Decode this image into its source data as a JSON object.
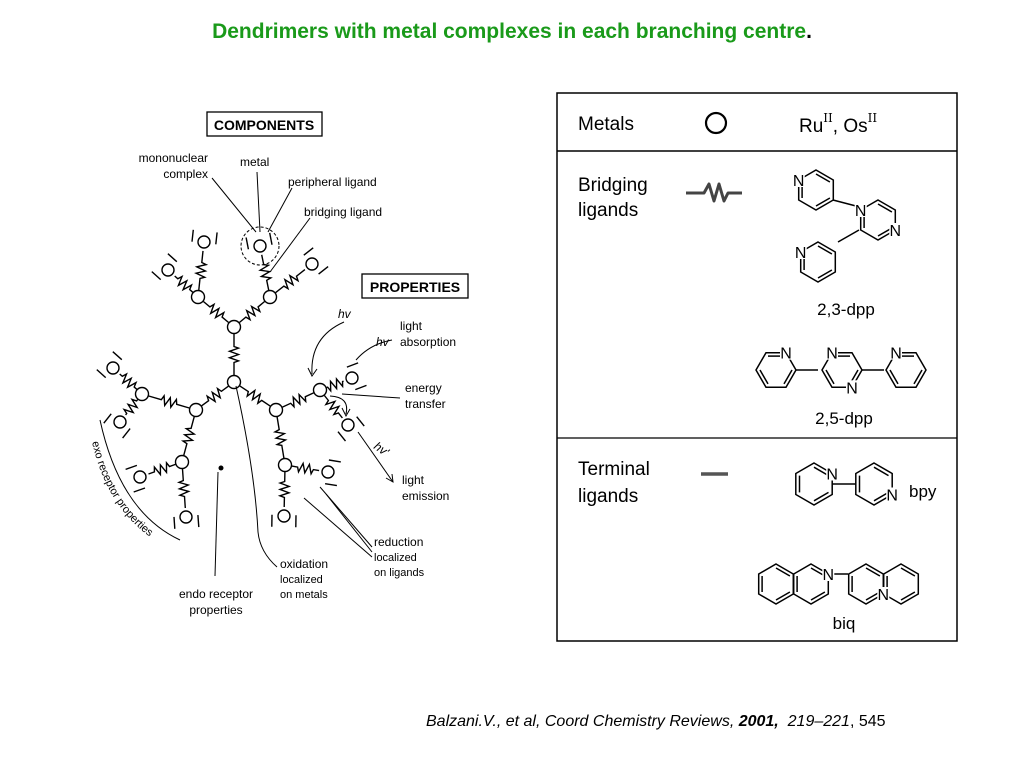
{
  "title": {
    "main": "Dendrimers with metal complexes in each branching centre",
    "period": "."
  },
  "diagram": {
    "components_label": "COMPONENTS",
    "properties_label": "PROPERTIES",
    "mononuclear_line1": "mononuclear",
    "mononuclear_line2": "complex",
    "metal": "metal",
    "peripheral_ligand": "peripheral ligand",
    "bridging_ligand": "bridging ligand",
    "hv": "hv",
    "hv_prime": "hv'",
    "light_absorption_1": "light",
    "light_absorption_2": "absorption",
    "energy_transfer_1": "energy",
    "energy_transfer_2": "transfer",
    "light_emission_1": "light",
    "light_emission_2": "emission",
    "reduction_1": "reduction",
    "reduction_2": "localized",
    "reduction_3": "on ligands",
    "oxidation_1": "oxidation",
    "oxidation_2": "localized",
    "oxidation_3": "on metals",
    "endo_1": "endo receptor",
    "endo_2": "properties",
    "exo": "exo receptor properties"
  },
  "table": {
    "metals_label": "Metals",
    "metals_value": "Ru",
    "metals_value_sup": "II",
    "metals_sep": ", Os",
    "metals_value2_sup": "II",
    "bridging_1": "Bridging",
    "bridging_2": "ligands",
    "terminal_1": "Terminal",
    "terminal_2": "ligands",
    "dpp23": "2,3-dpp",
    "dpp25": "2,5-dpp",
    "bpy": "bpy",
    "biq": "biq",
    "n_atom": "N"
  },
  "citation": {
    "authors": "Balzani.V.,  et al, Coord Chemistry Reviews, ",
    "year": "2001,",
    "pages": "219–221",
    "tail": ", 545"
  }
}
